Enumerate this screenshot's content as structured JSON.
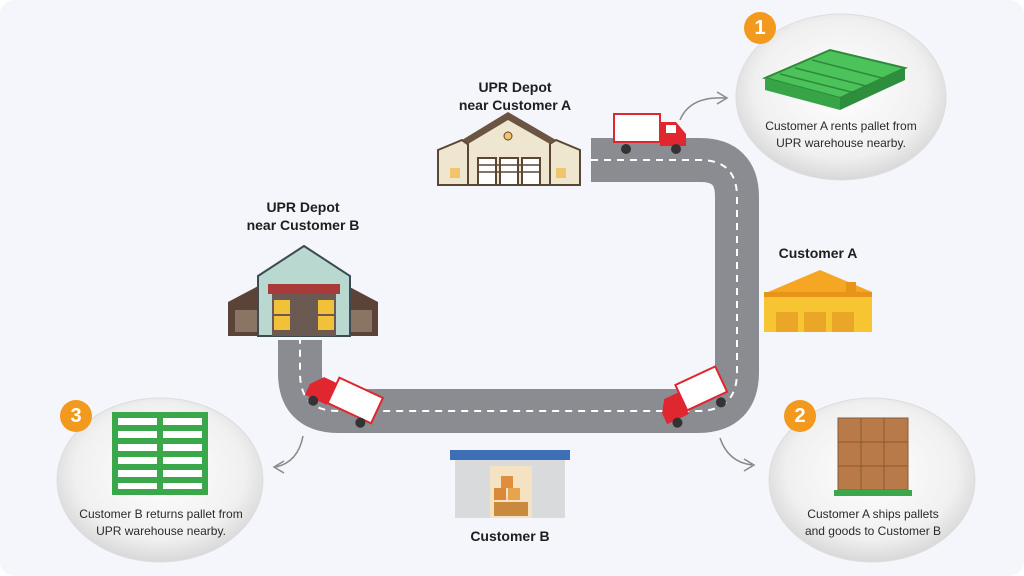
{
  "depot_a": {
    "line1": "UPR Depot",
    "line2": "near Customer A"
  },
  "depot_b": {
    "line1": "UPR Depot",
    "line2": "near Customer B"
  },
  "customer_a": {
    "label": "Customer A"
  },
  "customer_b": {
    "label": "Customer B"
  },
  "steps": [
    {
      "number": "1",
      "line1": "Customer A rents pallet from",
      "line2": "UPR warehouse nearby."
    },
    {
      "number": "2",
      "line1": "Customer A ships pallets",
      "line2": "and goods to Customer B"
    },
    {
      "number": "3",
      "line1": "Customer B returns pallet from",
      "line2": "UPR warehouse nearby."
    }
  ],
  "colors": {
    "badge": "#f39a1e",
    "road": "#8a8c92",
    "truck_cab": "#e0262e",
    "pallet_green": "#3aa84a",
    "accent_orange": "#f39a1e"
  }
}
